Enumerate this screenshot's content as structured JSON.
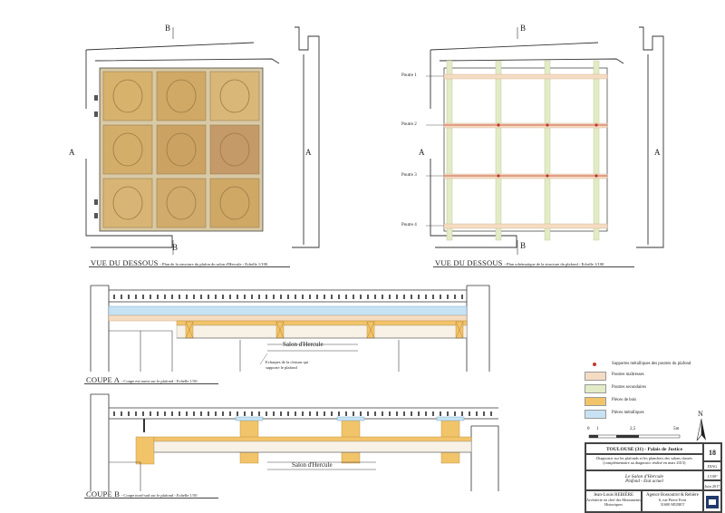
{
  "plans": {
    "left": {
      "title": "VUE DU DESSOUS",
      "subtitle": "- Plan de la structure du plafon du salon d'Hercule - Echelle 1/100"
    },
    "right": {
      "title": "VUE DU DESSOUS",
      "subtitle": "- Plan schématique de la structure du plafond - Echelle 1/100"
    },
    "section_marks": {
      "b": "B",
      "a": "A"
    },
    "beam_labels": [
      "Poutre 1",
      "Poutre 2",
      "Poutre 3",
      "Poutre 4"
    ]
  },
  "sections": {
    "a": {
      "title": "COUPE A",
      "subtitle": "- Coupe est-ouest sur le plafond - Echelle 1/50",
      "room": "Salon d'Hercule",
      "note": "Echarpes de la cloison qui supporte le plafond"
    },
    "b": {
      "title": "COUPE B",
      "subtitle": "- Coupe nord-sud sur le plafond - Echelle 1/50",
      "room": "Salon d'Hercule"
    }
  },
  "legend": {
    "items": [
      {
        "label": "Supportes métalliques des poutres du plafond",
        "color": "#c0392b",
        "kind": "dot"
      },
      {
        "label": "Poutres maîtresses",
        "color": "#f4dcc2",
        "kind": "swatch"
      },
      {
        "label": "Poutres secondaires",
        "color": "#e3ebc6",
        "kind": "swatch"
      },
      {
        "label": "Pièces de bois",
        "color": "#f2c46a",
        "kind": "swatch"
      },
      {
        "label": "Pièces métalliques",
        "color": "#c7e3f3",
        "kind": "swatch"
      }
    ]
  },
  "scale_bar": {
    "ticks": [
      "0",
      "1",
      "2,5",
      "5m"
    ]
  },
  "north": {
    "label": "N"
  },
  "title_block": {
    "header": "TOULOUSE (31) - Palais de Justice",
    "number": "18",
    "description": "Diagnostic sur les plafonds et les planchers des salons classés (complémentaire au diagnostic réalisé en mars 2013)",
    "phase": "DIAG",
    "drawing_title": "Le Salon d'Hercule",
    "drawing_subtitle": "Plafond - Etat actuel",
    "scale": "1/100°",
    "date": "Juin 2017",
    "architect": "Jean-Louis REBIÈRE",
    "architect_role": "Architecte en chef des Monuments Historiques",
    "agency": "Agence Bossoutrot & Rebière",
    "agency_address": "6, rue Pierre Fons",
    "agency_city": "31600 MURET"
  }
}
